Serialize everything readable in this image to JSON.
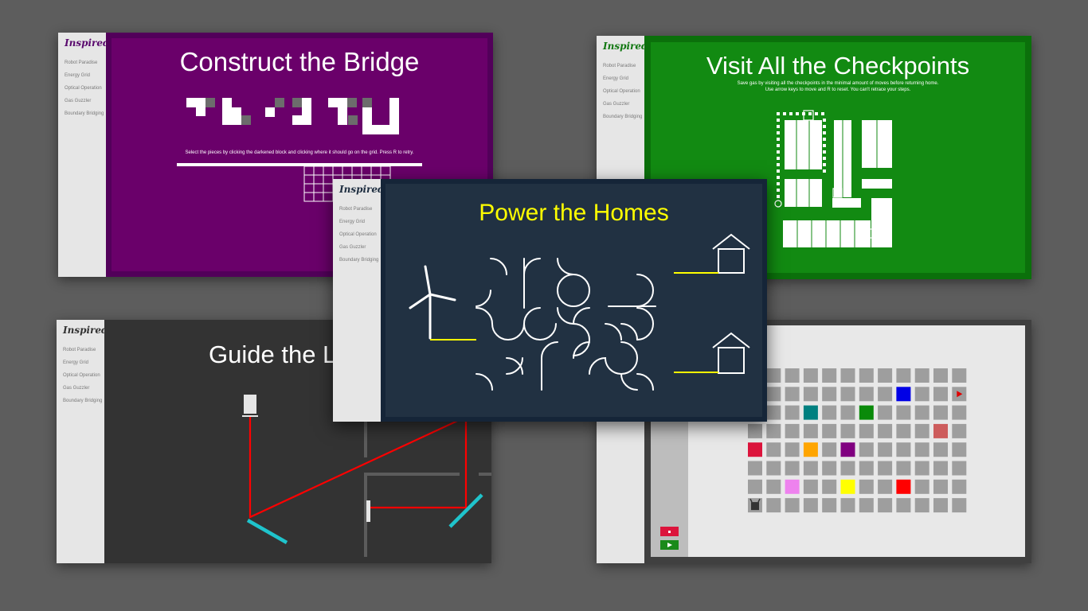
{
  "sidebar": {
    "logo": "Inspired",
    "items": [
      "Robot Paradise",
      "Energy Grid",
      "Optical Operation",
      "Gas Guzzler",
      "Boundary Bridging"
    ]
  },
  "cards": {
    "bridge": {
      "title": "Construct the Bridge",
      "instruction": "Select the pieces by clicking the darkened block and clicking where it should go on the grid. Press R to retry.",
      "bg": "#6a006a",
      "frame": "#52005a"
    },
    "checkpoints": {
      "title": "Visit All the Checkpoints",
      "instruction_1": "Save gas by visiting all the checkpoints in the minimal amount of moves before returning home.",
      "instruction_2": "Use arrow keys to move and R to reset. You can't retrace your steps.",
      "bg": "#128a12",
      "frame": "#0b700b"
    },
    "laser": {
      "title": "Guide the L",
      "bg": "#333333",
      "laser_color": "#ff0000",
      "mirror_color": "#1fc4cc"
    },
    "power": {
      "title": "Power the Homes",
      "bg": "#213142",
      "frame": "#152538",
      "title_color": "#ffff00",
      "wire_color": "#ffff00"
    },
    "robot": {
      "bg": "#e8e8e8",
      "frame": "#404040",
      "stop_color": "#dc143c",
      "play_color": "#1a8a1a"
    }
  }
}
